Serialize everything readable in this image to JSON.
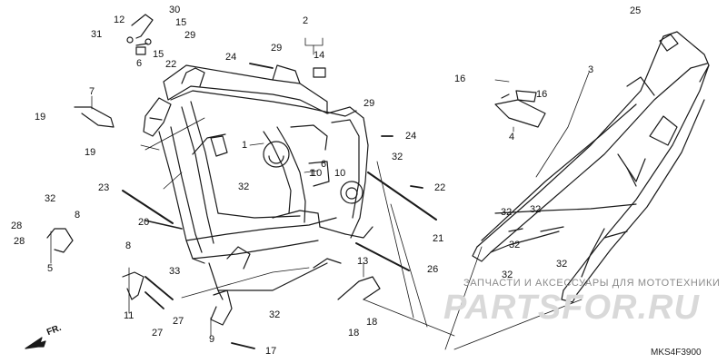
{
  "diagram": {
    "code": "MKS4F3900",
    "direction_label": "FR.",
    "watermark_text": "ЗАПЧАСТИ И АКСЕССУАРЫ ДЛЯ МОТОТЕХНИКИ",
    "watermark_logo": "PARTSFOR.RU",
    "line_color": "#1a1a1a",
    "watermark_color": "#d9d9d9",
    "labels": {
      "l1": "1",
      "l1b": "1",
      "l2": "2",
      "l3": "3",
      "l4": "4",
      "l5": "5",
      "l6a": "6",
      "l6b": "6",
      "l7": "7",
      "l8a": "8",
      "l8b": "8",
      "l9": "9",
      "l10a": "10",
      "l10b": "10",
      "l11": "11",
      "l12": "12",
      "l13": "13",
      "l14": "14",
      "l15a": "15",
      "l15b": "15",
      "l16a": "16",
      "l16b": "16",
      "l17": "17",
      "l18a": "18",
      "l18b": "18",
      "l19a": "19",
      "l19b": "19",
      "l20": "20",
      "l21": "21",
      "l22a": "22",
      "l22b": "22",
      "l23": "23",
      "l24a": "24",
      "l24b": "24",
      "l25": "25",
      "l26": "26",
      "l27a": "27",
      "l27b": "27",
      "l28a": "28",
      "l28b": "28",
      "l29a": "29",
      "l29b": "29",
      "l29c": "29",
      "l30": "30",
      "l31": "31",
      "l32a": "32",
      "l32b": "32",
      "l32c": "32",
      "l32d": "32",
      "l32e": "32",
      "l32f": "32",
      "l32g": "32",
      "l32h": "32",
      "l32i": "32",
      "l33": "33"
    }
  }
}
